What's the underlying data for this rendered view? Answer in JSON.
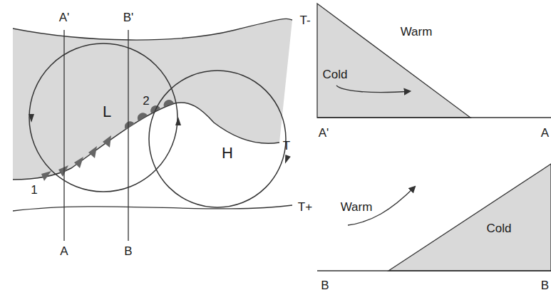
{
  "diagram": {
    "nodes": [
      {
        "text": [
          "L"
        ]
      },
      {
        "text": [
          "H"
        ]
      }
    ],
    "labels": [
      "A'",
      "B'",
      "T-",
      "T",
      "T+",
      "1",
      "2",
      "A",
      "B",
      "Cold",
      "Warm",
      "A'",
      "A",
      "Warm",
      "Cold",
      "B",
      "B"
    ]
  }
}
